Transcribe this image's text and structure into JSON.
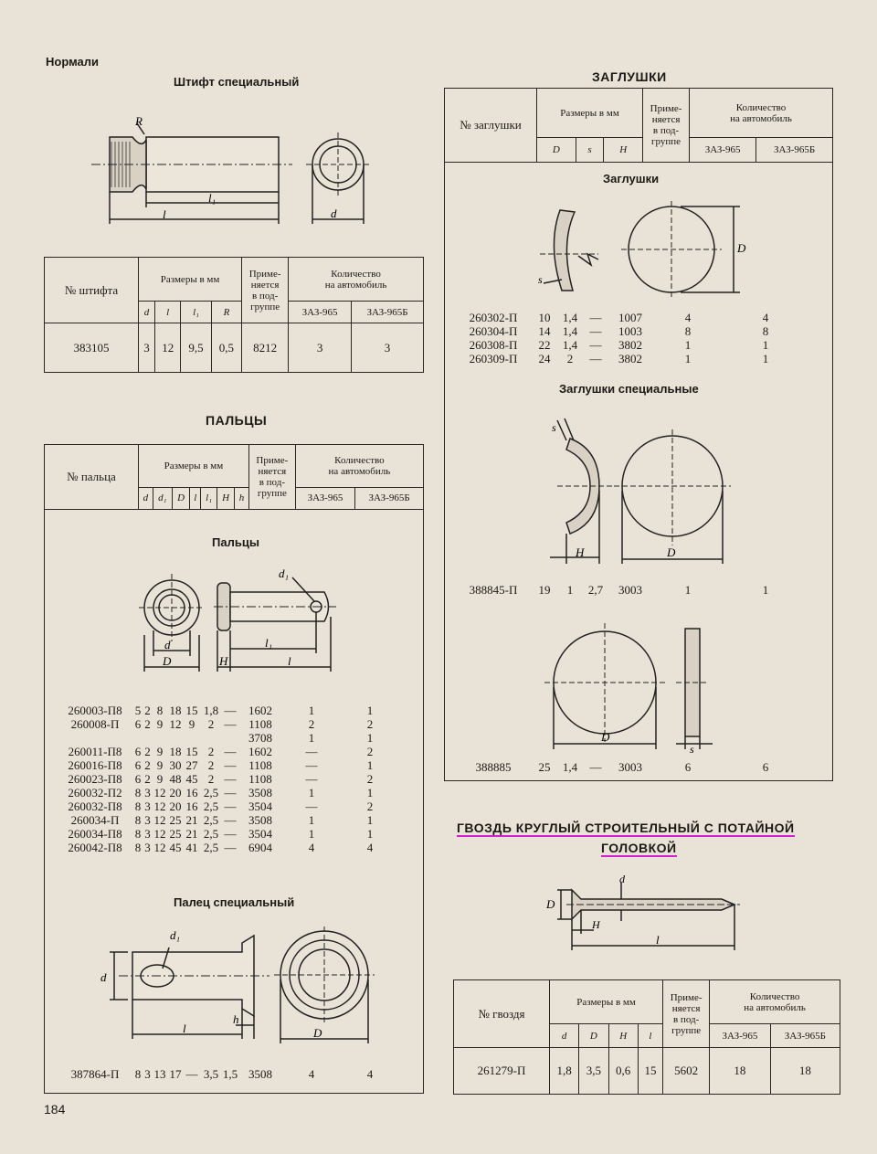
{
  "page": {
    "section_label": "Нормали",
    "page_number": "184"
  },
  "headers": {
    "sizes": "Размеры в мм",
    "applied": "Приме-\nняется\nв под-\nгруппе",
    "applied_lines": [
      "Приме-",
      "няется",
      "в под-",
      "группе"
    ],
    "qty": "Количество",
    "qty2": "на автомобиль",
    "zaz965": "ЗАЗ-965",
    "zaz965b": "ЗАЗ-965Б"
  },
  "pin": {
    "title": "Штифт специальный",
    "col_no": "№ штифта",
    "dims": [
      "d",
      "l",
      "l₁",
      "R"
    ],
    "row": [
      "383105",
      "3",
      "12",
      "9,5",
      "0,5",
      "8212",
      "3",
      "3"
    ],
    "labels": {
      "R": "R",
      "l": "l",
      "l1": "l₁",
      "d": "d"
    }
  },
  "fingers": {
    "title": "ПАЛЬЦЫ",
    "col_no": "№ пальца",
    "dims": [
      "d",
      "d₁",
      "D",
      "l",
      "l₁",
      "H",
      "h"
    ],
    "sub_title": "Пальцы",
    "labels": {
      "d1": "d₁",
      "d": "d",
      "D": "D",
      "H": "H",
      "l1": "l₁",
      "l": "l"
    },
    "rows": [
      [
        "260003-П8",
        "5",
        "2",
        "8",
        "18",
        "15",
        "1,8",
        "—",
        "1602",
        "1",
        "1"
      ],
      [
        "260008-П",
        "6",
        "2",
        "9",
        "12",
        "9",
        "2",
        "—",
        "1108",
        "2",
        "2"
      ],
      [
        "",
        "",
        "",
        "",
        "",
        "",
        "",
        "",
        "3708",
        "1",
        "1"
      ],
      [
        "260011-П8",
        "6",
        "2",
        "9",
        "18",
        "15",
        "2",
        "—",
        "1602",
        "—",
        "2"
      ],
      [
        "260016-П8",
        "6",
        "2",
        "9",
        "30",
        "27",
        "2",
        "—",
        "1108",
        "—",
        "1"
      ],
      [
        "260023-П8",
        "6",
        "2",
        "9",
        "48",
        "45",
        "2",
        "—",
        "1108",
        "—",
        "2"
      ],
      [
        "260032-П2",
        "8",
        "3",
        "12",
        "20",
        "16",
        "2,5",
        "—",
        "3508",
        "1",
        "1"
      ],
      [
        "260032-П8",
        "8",
        "3",
        "12",
        "20",
        "16",
        "2,5",
        "—",
        "3504",
        "—",
        "2"
      ],
      [
        "260034-П",
        "8",
        "3",
        "12",
        "25",
        "21",
        "2,5",
        "—",
        "3508",
        "1",
        "1"
      ],
      [
        "260034-П8",
        "8",
        "3",
        "12",
        "25",
        "21",
        "2,5",
        "—",
        "3504",
        "1",
        "1"
      ],
      [
        "260042-П8",
        "8",
        "3",
        "12",
        "45",
        "41",
        "2,5",
        "—",
        "6904",
        "4",
        "4"
      ]
    ],
    "special_title": "Палец специальный",
    "special_labels": {
      "d1": "d₁",
      "d": "d",
      "h": "h",
      "l": "l",
      "D": "D"
    },
    "special_row": [
      "387864-П",
      "8",
      "3",
      "13",
      "17",
      "—",
      "3,5",
      "1,5",
      "3508",
      "4",
      "4"
    ]
  },
  "plugs": {
    "title": "ЗАГЛУШКИ",
    "col_no": "№ заглушки",
    "dims": [
      "D",
      "s",
      "H"
    ],
    "sub_title": "Заглушки",
    "labels": {
      "s": "s",
      "D": "D",
      "H": "H"
    },
    "rows": [
      [
        "260302-П",
        "10",
        "1,4",
        "—",
        "1007",
        "4",
        "4"
      ],
      [
        "260304-П",
        "14",
        "1,4",
        "—",
        "1003",
        "8",
        "8"
      ],
      [
        "260308-П",
        "22",
        "1,4",
        "—",
        "3802",
        "1",
        "1"
      ],
      [
        "260309-П",
        "24",
        "2",
        "—",
        "3802",
        "1",
        "1"
      ]
    ],
    "special_title": "Заглушки специальные",
    "special_row1": [
      "388845-П",
      "19",
      "1",
      "2,7",
      "3003",
      "1",
      "1"
    ],
    "special_row2": [
      "388885",
      "25",
      "1,4",
      "—",
      "3003",
      "6",
      "6"
    ]
  },
  "nail": {
    "title_line1": "ГВОЗДЬ КРУГЛЫЙ СТРОИТЕЛЬНЫЙ С ПОТАЙНОЙ",
    "title_line2": "ГОЛОВКОЙ",
    "col_no": "№ гвоздя",
    "dims": [
      "d",
      "D",
      "H",
      "l"
    ],
    "labels": {
      "d": "d",
      "D": "D",
      "H": "H",
      "l": "l"
    },
    "row": [
      "261279-П",
      "1,8",
      "3,5",
      "0,6",
      "15",
      "5602",
      "18",
      "18"
    ]
  },
  "colors": {
    "paper": "#e9e2d6",
    "ink": "#1c1a17",
    "highlight": "#d61fd0"
  }
}
